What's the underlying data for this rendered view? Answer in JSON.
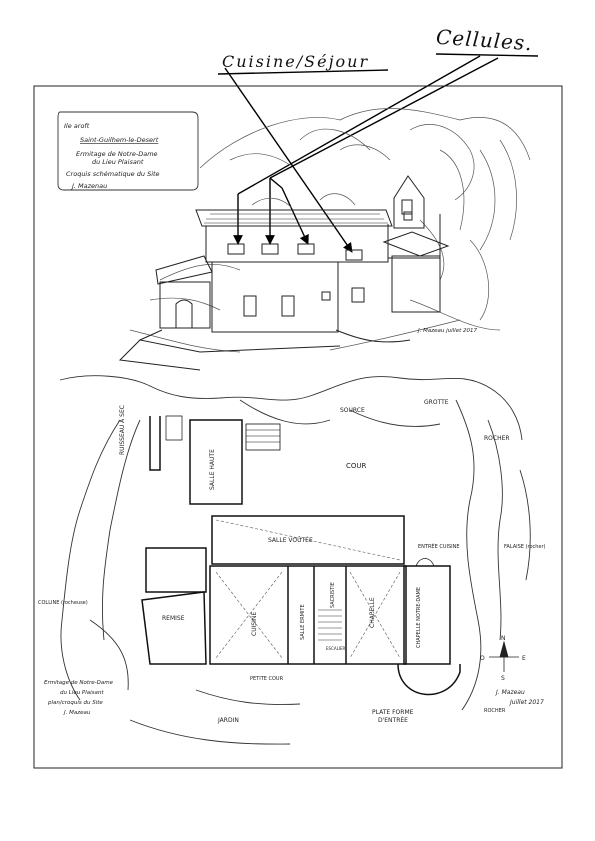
{
  "annotations": {
    "cuisine_sejour": "Cuisine/Séjour",
    "cellules": "Cellules."
  },
  "title_box": {
    "line1": "Ile aroft",
    "line2": "Saint-Guilhem-le-Desert",
    "line3": "Ermitage de Notre-Dame",
    "line4": "du Lieu Plaisant",
    "line5": "Croquis schématique du Site",
    "line6": "J. Mazenau"
  },
  "sketch_signature": "J. Mazeau juillet 2017",
  "plan_labels": {
    "ruisseau": "RUISSEAU À SEC",
    "source": "SOURCE",
    "grotte": "GROTTE",
    "rocher": "ROCHER",
    "cour": "COUR",
    "salle_haute": "SALLE HAUTE",
    "salle_voutee": "SALLE VOÛTÉE",
    "entree_cuisine": "ENTRÉE CUISINE",
    "falaise": "FALAISE (rocher)",
    "cuisine": "CUISINE",
    "remise": "REMISE",
    "salle_ermite": "SALLE ERMITE",
    "sacristie": "SACRISTIE",
    "escalier": "ESCALIER",
    "chapelle_1": "CHAPELLE",
    "chapelle_2": "CHAPELLE NOTRE-DAME",
    "colline": "COLLINE (rocheuse)",
    "petite_cour": "PETITE COUR",
    "jardin": "JARDIN",
    "plate_forme": "PLATE FORME",
    "dentree": "D'ENTRÉE",
    "rocher_bas": "ROCHER"
  },
  "plan_caption": {
    "line1": "Ermitage de Notre-Dame",
    "line2": "du Lieu Plaisant",
    "line3": "plan/croquis du Site",
    "line4": "J. Mazeau"
  },
  "plan_signature": {
    "line1": "J. Mazeau",
    "line2": "Juillet 2017"
  },
  "compass": {
    "n": "N",
    "s": "S",
    "e": "E",
    "o": "O"
  }
}
